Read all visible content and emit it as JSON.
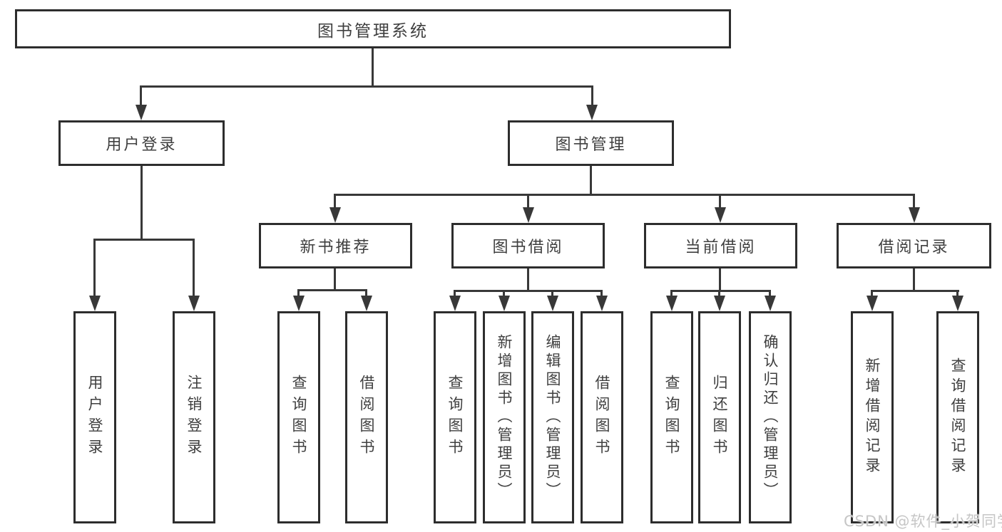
{
  "diagram": {
    "title": "图书管理系统",
    "type": "hierarchy-tree",
    "colors": {
      "background": "#ffffff",
      "box_border": "#2d2d2d",
      "connector_line": "#383838",
      "text": "#3f3f3f",
      "watermark": "#c6c6c6"
    }
  },
  "nodes": {
    "root": {
      "label": "图书管理系统"
    },
    "user_login": {
      "label": "用户登录"
    },
    "book_management": {
      "label": "图书管理"
    },
    "new_book_rec": {
      "label": "新书推荐"
    },
    "book_borrow": {
      "label": "图书借阅"
    },
    "current_borrow": {
      "label": "当前借阅"
    },
    "borrow_records": {
      "label": "借阅记录"
    },
    "leaf_user_login": {
      "label": "用户登录"
    },
    "leaf_logout": {
      "label": "注销登录"
    },
    "leaf_query_book_1": {
      "label": "查询图书"
    },
    "leaf_borrow_book_1": {
      "label": "借阅图书"
    },
    "leaf_query_book_2": {
      "label": "查询图书"
    },
    "leaf_add_book": {
      "label": "新增图书（管理员）"
    },
    "leaf_edit_book": {
      "label": "编辑图书（管理员）"
    },
    "leaf_borrow_book_2": {
      "label": "借阅图书"
    },
    "leaf_query_book_3": {
      "label": "查询图书"
    },
    "leaf_return_book": {
      "label": "归还图书"
    },
    "leaf_confirm_return": {
      "label": "确认归还（管理员）"
    },
    "leaf_add_record": {
      "label": "新增借阅记录"
    },
    "leaf_query_record": {
      "label": "查询借阅记录"
    }
  },
  "edges": [
    [
      "root",
      "user_login"
    ],
    [
      "root",
      "book_management"
    ],
    [
      "user_login",
      "leaf_user_login"
    ],
    [
      "user_login",
      "leaf_logout"
    ],
    [
      "book_management",
      "new_book_rec"
    ],
    [
      "book_management",
      "book_borrow"
    ],
    [
      "book_management",
      "current_borrow"
    ],
    [
      "book_management",
      "borrow_records"
    ],
    [
      "new_book_rec",
      "leaf_query_book_1"
    ],
    [
      "new_book_rec",
      "leaf_borrow_book_1"
    ],
    [
      "book_borrow",
      "leaf_query_book_2"
    ],
    [
      "book_borrow",
      "leaf_add_book"
    ],
    [
      "book_borrow",
      "leaf_edit_book"
    ],
    [
      "book_borrow",
      "leaf_borrow_book_2"
    ],
    [
      "current_borrow",
      "leaf_query_book_3"
    ],
    [
      "current_borrow",
      "leaf_return_book"
    ],
    [
      "current_borrow",
      "leaf_confirm_return"
    ],
    [
      "borrow_records",
      "leaf_add_record"
    ],
    [
      "borrow_records",
      "leaf_query_record"
    ]
  ],
  "watermark": {
    "text": "CSDN @软件_小贺同学"
  }
}
